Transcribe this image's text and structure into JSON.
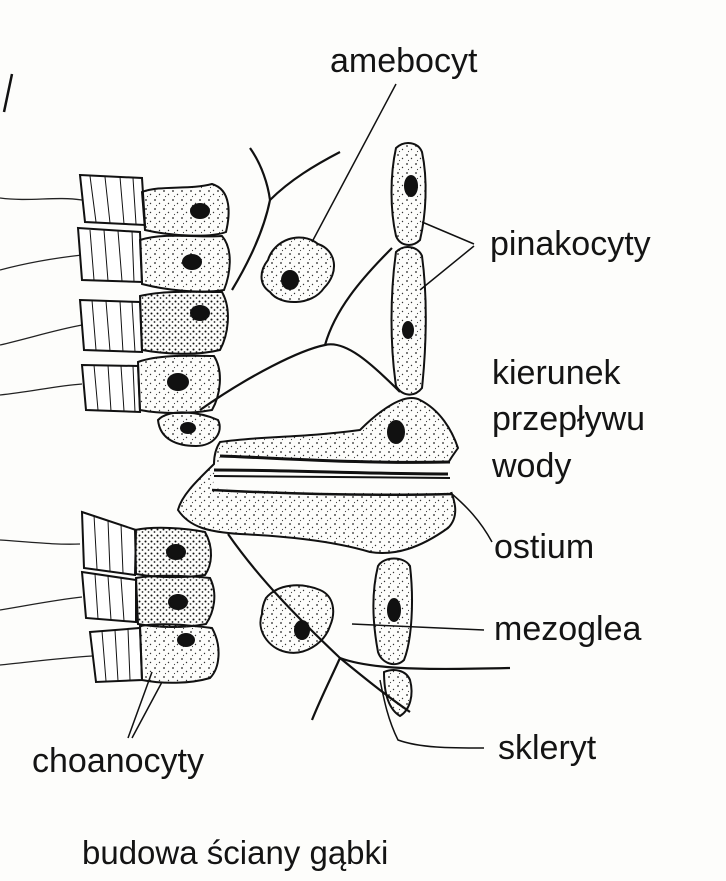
{
  "figure": {
    "caption": "budowa ściany gąbki",
    "labels": {
      "amebocyt": "amebocyt",
      "pinakocyty": "pinakocyty",
      "flow_line1": "kierunek",
      "flow_line2": "przepływu",
      "flow_line3": "wody",
      "ostium": "ostium",
      "mezoglea": "mezoglea",
      "skleryt": "skleryt",
      "choanocyty": "choanocyty"
    }
  }
}
